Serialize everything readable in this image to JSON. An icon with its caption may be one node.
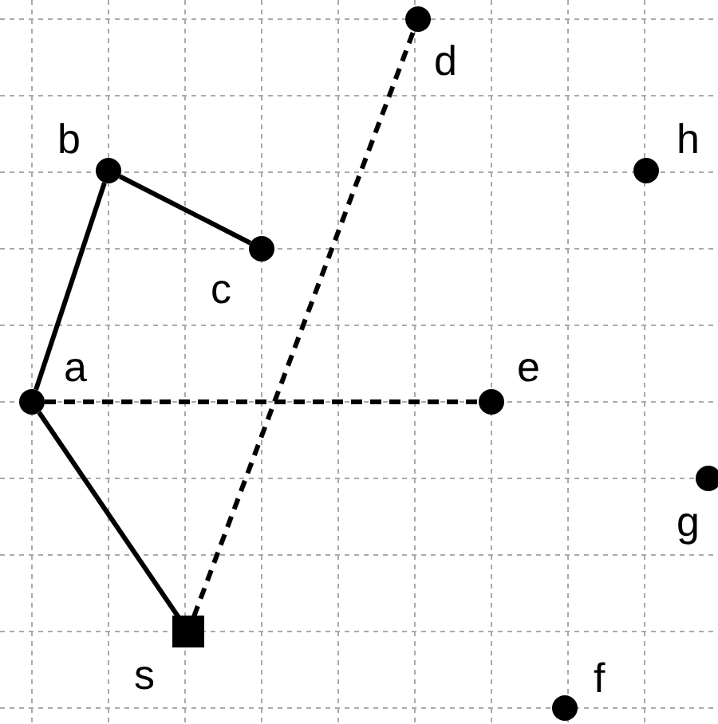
{
  "diagram": {
    "nodes": [
      {
        "text": [],
        "shape": "circle",
        "beside": [
          "d"
        ]
      },
      {
        "text": [],
        "shape": "circle",
        "beside": [
          "b"
        ]
      },
      {
        "text": [],
        "shape": "circle",
        "beside": [
          "h"
        ]
      },
      {
        "text": [],
        "shape": "circle",
        "beside": [
          "c"
        ]
      },
      {
        "text": [],
        "shape": "circle",
        "beside": [
          "a"
        ]
      },
      {
        "text": [],
        "shape": "circle",
        "beside": [
          "e"
        ]
      },
      {
        "text": [],
        "shape": "circle",
        "beside": [
          "g"
        ]
      },
      {
        "text": [],
        "shape": "box",
        "beside": [
          "s"
        ]
      },
      {
        "text": [],
        "shape": "circle",
        "beside": [
          "f"
        ]
      }
    ],
    "edges": [
      {
        "from": 4,
        "to": 1,
        "arrow": "none"
      },
      {
        "from": 1,
        "to": 3,
        "arrow": "none"
      },
      {
        "from": 4,
        "to": 7,
        "arrow": "none"
      },
      {
        "from": 4,
        "to": 5,
        "arrow": "none",
        "style": "dashed"
      },
      {
        "from": 7,
        "to": 0,
        "arrow": "none",
        "style": "dashed"
      }
    ]
  }
}
